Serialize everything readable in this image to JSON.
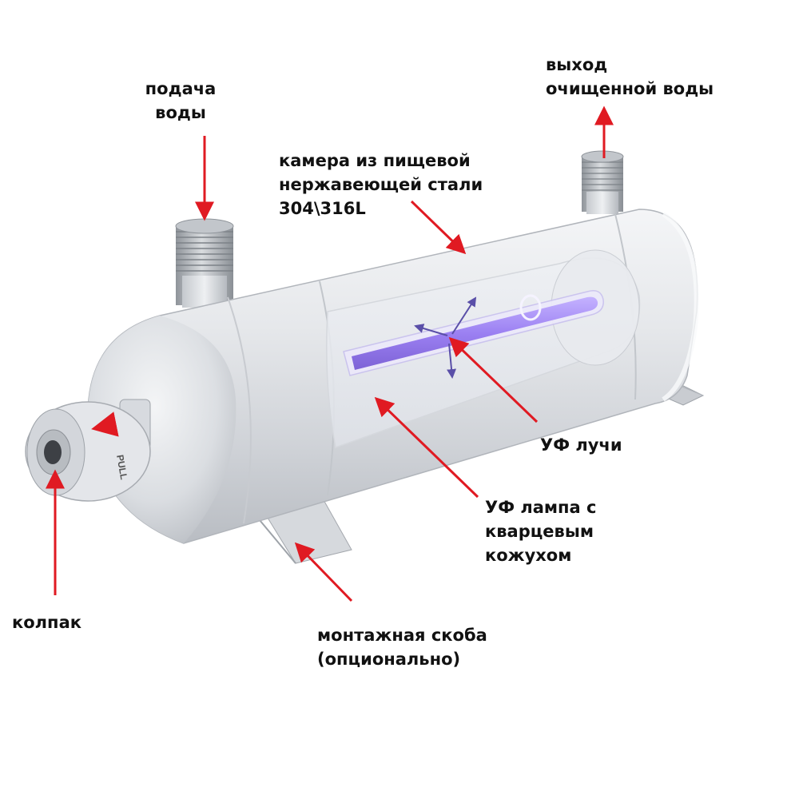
{
  "labels": {
    "water_inlet": [
      "подача",
      "воды"
    ],
    "clean_water_outlet": [
      "выход",
      "очищенной воды"
    ],
    "chamber": [
      "камера из пищевой",
      "нержавеющей стали",
      "304\\316L"
    ],
    "uv_rays": [
      "УФ лучи"
    ],
    "uv_lamp": [
      "УФ лампа с",
      "кварцевым",
      "кожухом"
    ],
    "cap": [
      "колпак"
    ],
    "mounting_bracket": [
      "монтажная скоба",
      "(опционально)"
    ]
  },
  "cap_marking": "PULL",
  "colors": {
    "arrow": "#e01a22",
    "uv_arrow": "#5a4fa8",
    "steel_light": "#eef0f3",
    "steel_dark": "#a9adb4",
    "uv_lamp": "#9b80f2",
    "label_text": "#111111"
  }
}
